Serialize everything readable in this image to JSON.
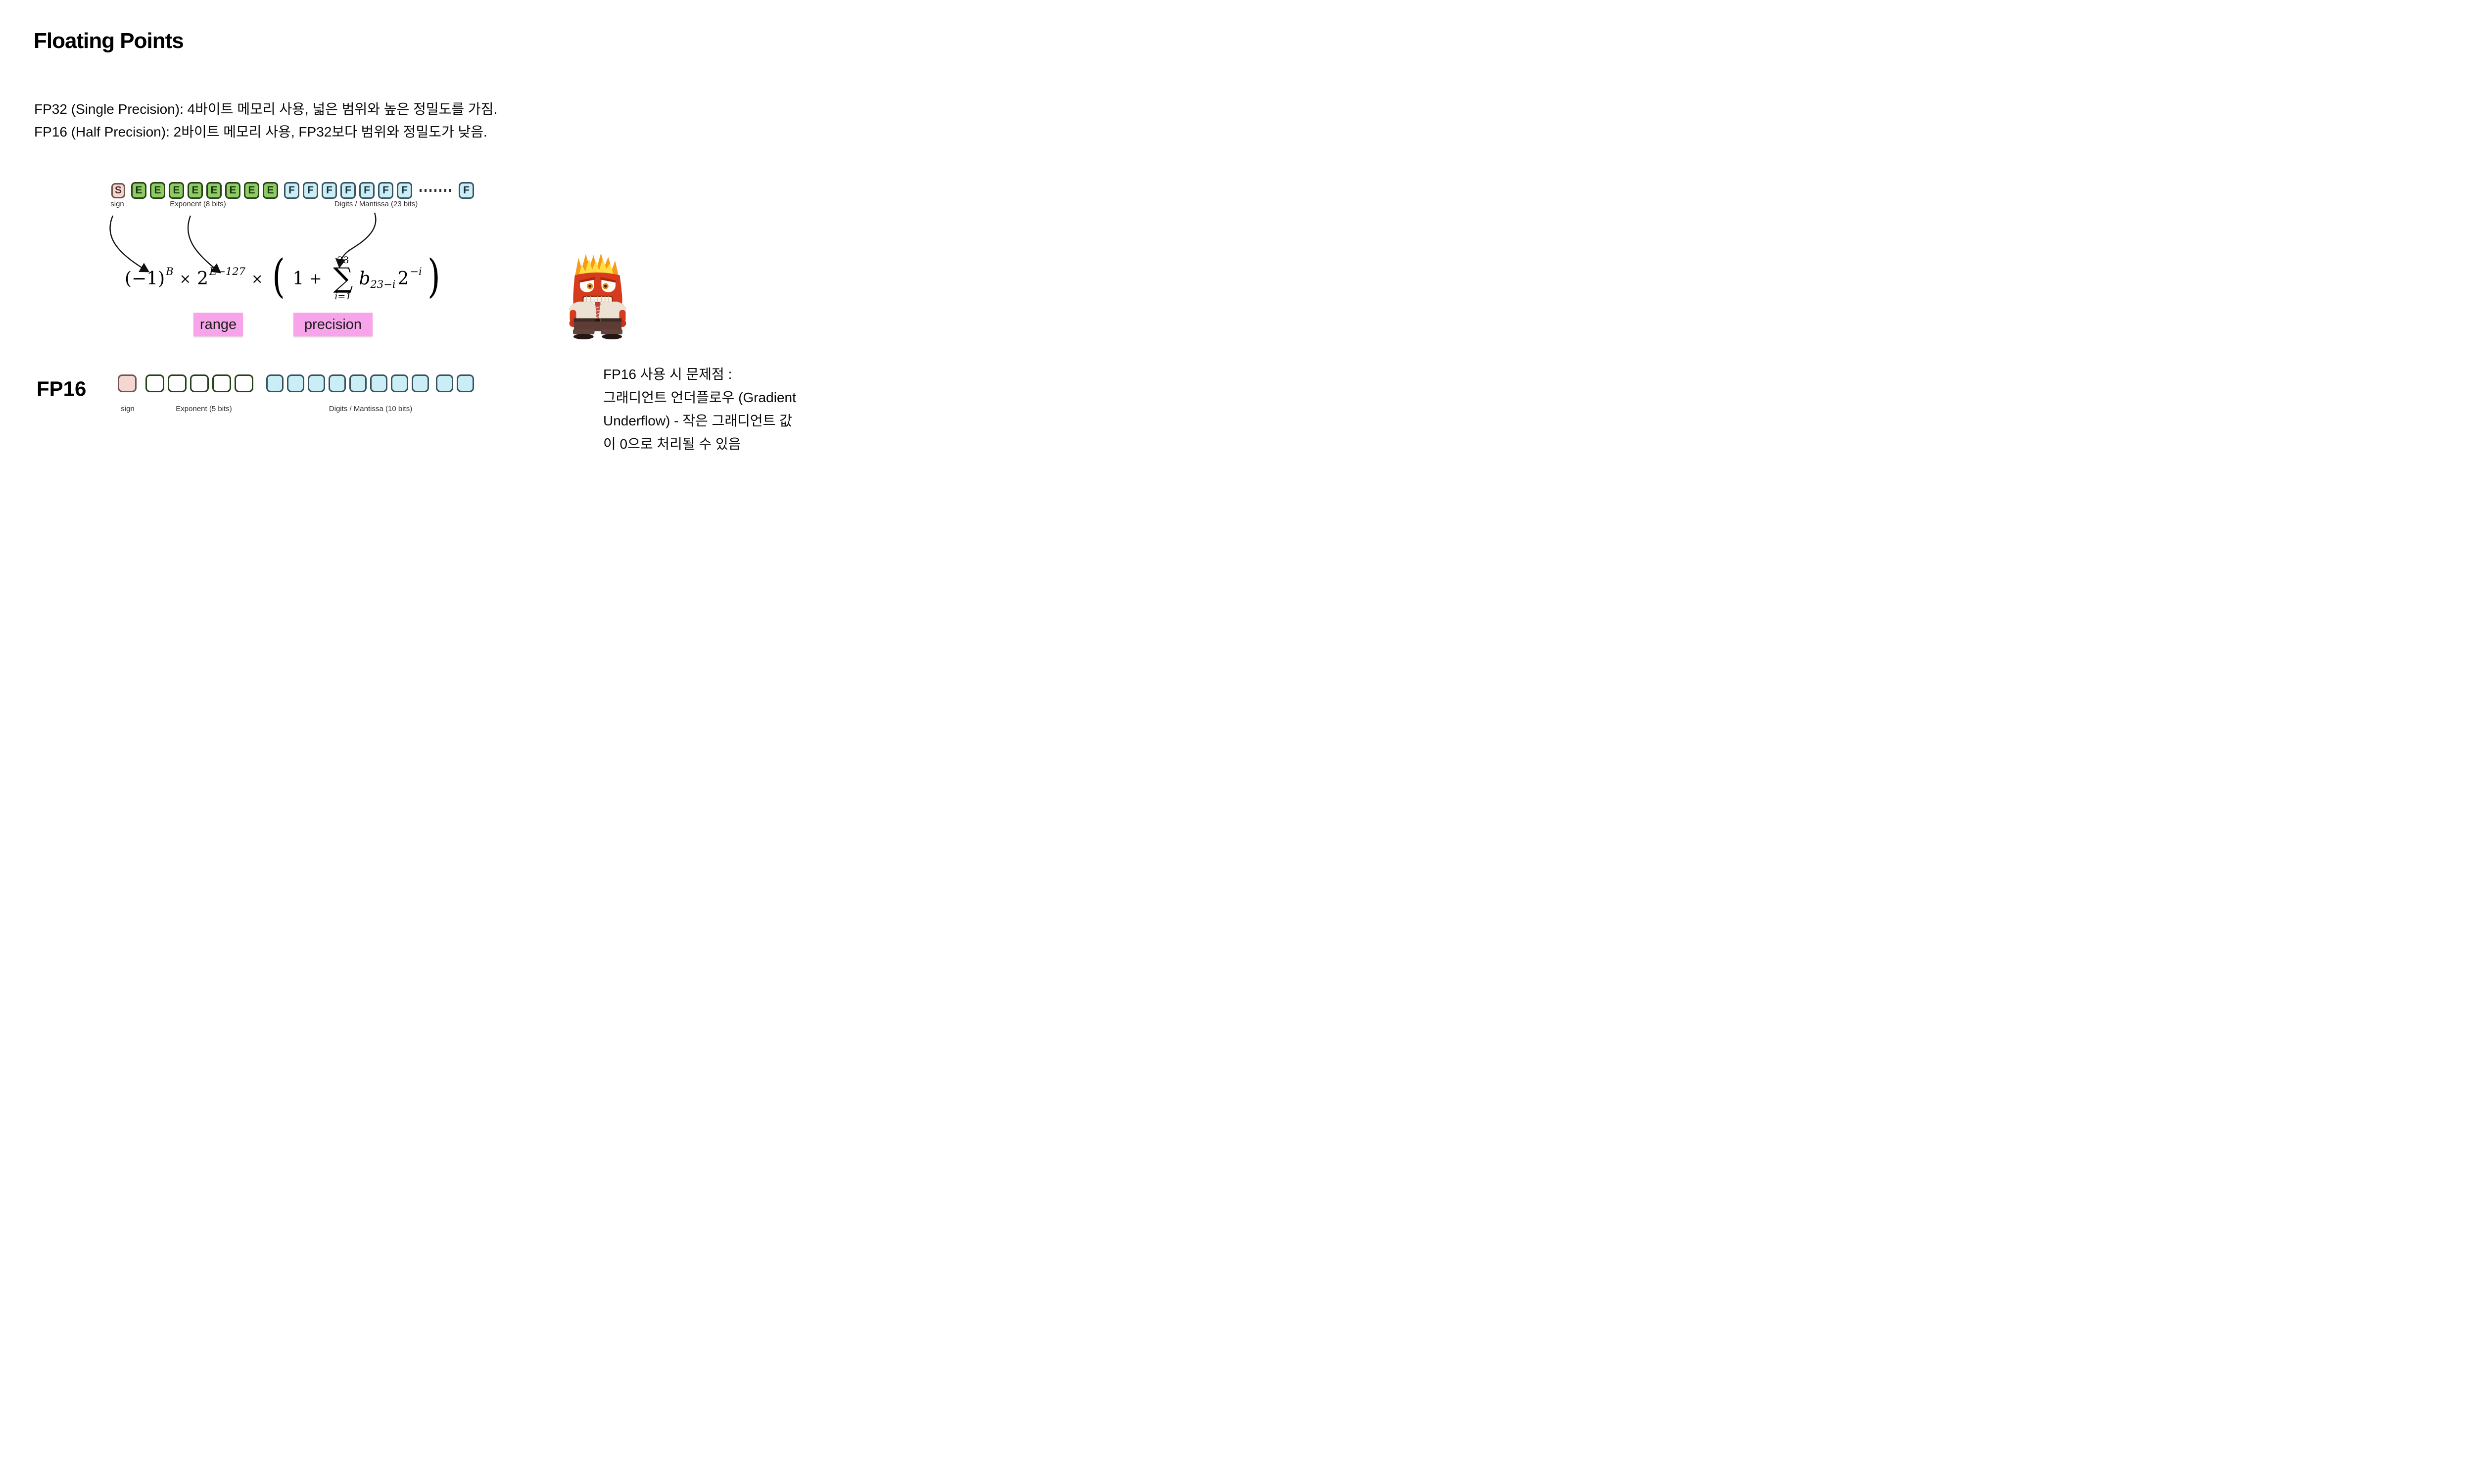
{
  "title": "Floating Points",
  "intro": {
    "line1": "FP32 (Single Precision): 4바이트 메모리 사용, 넓은 범위와 높은 정밀도를 가짐.",
    "line2": "FP16 (Half Precision): 2바이트 메모리 사용, FP32보다 범위와 정밀도가 낮음."
  },
  "fp32": {
    "sign_label": "sign",
    "exponent_label": "Exponent (8 bits)",
    "mantissa_label": "Digits / Mantissa (23 bits)",
    "groups": [
      {
        "type": "sign",
        "letters": [
          "S"
        ]
      },
      {
        "type": "exponent",
        "letters": [
          "E",
          "E",
          "E",
          "E",
          "E",
          "E",
          "E",
          "E"
        ]
      },
      {
        "type": "mantissa",
        "letters": [
          "F",
          "F",
          "F",
          "F",
          "F",
          "F",
          "F"
        ]
      },
      {
        "type": "ellipsis",
        "count": 7
      },
      {
        "type": "mantissa",
        "letters": [
          "F"
        ]
      }
    ]
  },
  "formula": {
    "lparen": "(",
    "neg_one": "−1",
    "rparen": ")",
    "sup_sign": "B",
    "times1": "×",
    "base2": "2",
    "exp_sup": "E−127",
    "times2": "×",
    "big_lparen": "(",
    "one": "1",
    "plus": "+",
    "sum_upper": "23",
    "sum_symbol": "∑",
    "sum_lower": "i=1",
    "coeff": "b",
    "coeff_sub": "23−i",
    "pow_base": "2",
    "pow_sup": "−i",
    "big_rparen": ")"
  },
  "tags": {
    "range": "range",
    "precision": "precision"
  },
  "fp16": {
    "label": "FP16",
    "sign_label": "sign",
    "exponent_label": "Exponent (5 bits)",
    "mantissa_label": "Digits / Mantissa (10 bits)",
    "groups": [
      {
        "type": "sign",
        "count": 1
      },
      {
        "type": "exponent",
        "count": 5,
        "gap": "g18"
      },
      {
        "type": "mantissa",
        "count": 8,
        "gap": "g26"
      },
      {
        "type": "mantissa",
        "count": 2,
        "gap": "g14"
      }
    ]
  },
  "note": {
    "lines": [
      "FP16 사용 시 문제점 :",
      "그래디언트 언더플로우 (Gradient",
      "Underflow) - 작은 그래디언트 값",
      "이 0으로 처리될 수 있음"
    ]
  },
  "colors": {
    "sign_fill": "#f6d6d0",
    "sign_border": "#71544e",
    "exp_fill": "#8ecb63",
    "exp_fill2": "#7ec34f",
    "exp_border": "#26411a",
    "man_fill": "#cbeef6",
    "man_border": "#37535f",
    "tag_pink": "#f7a4eb"
  }
}
